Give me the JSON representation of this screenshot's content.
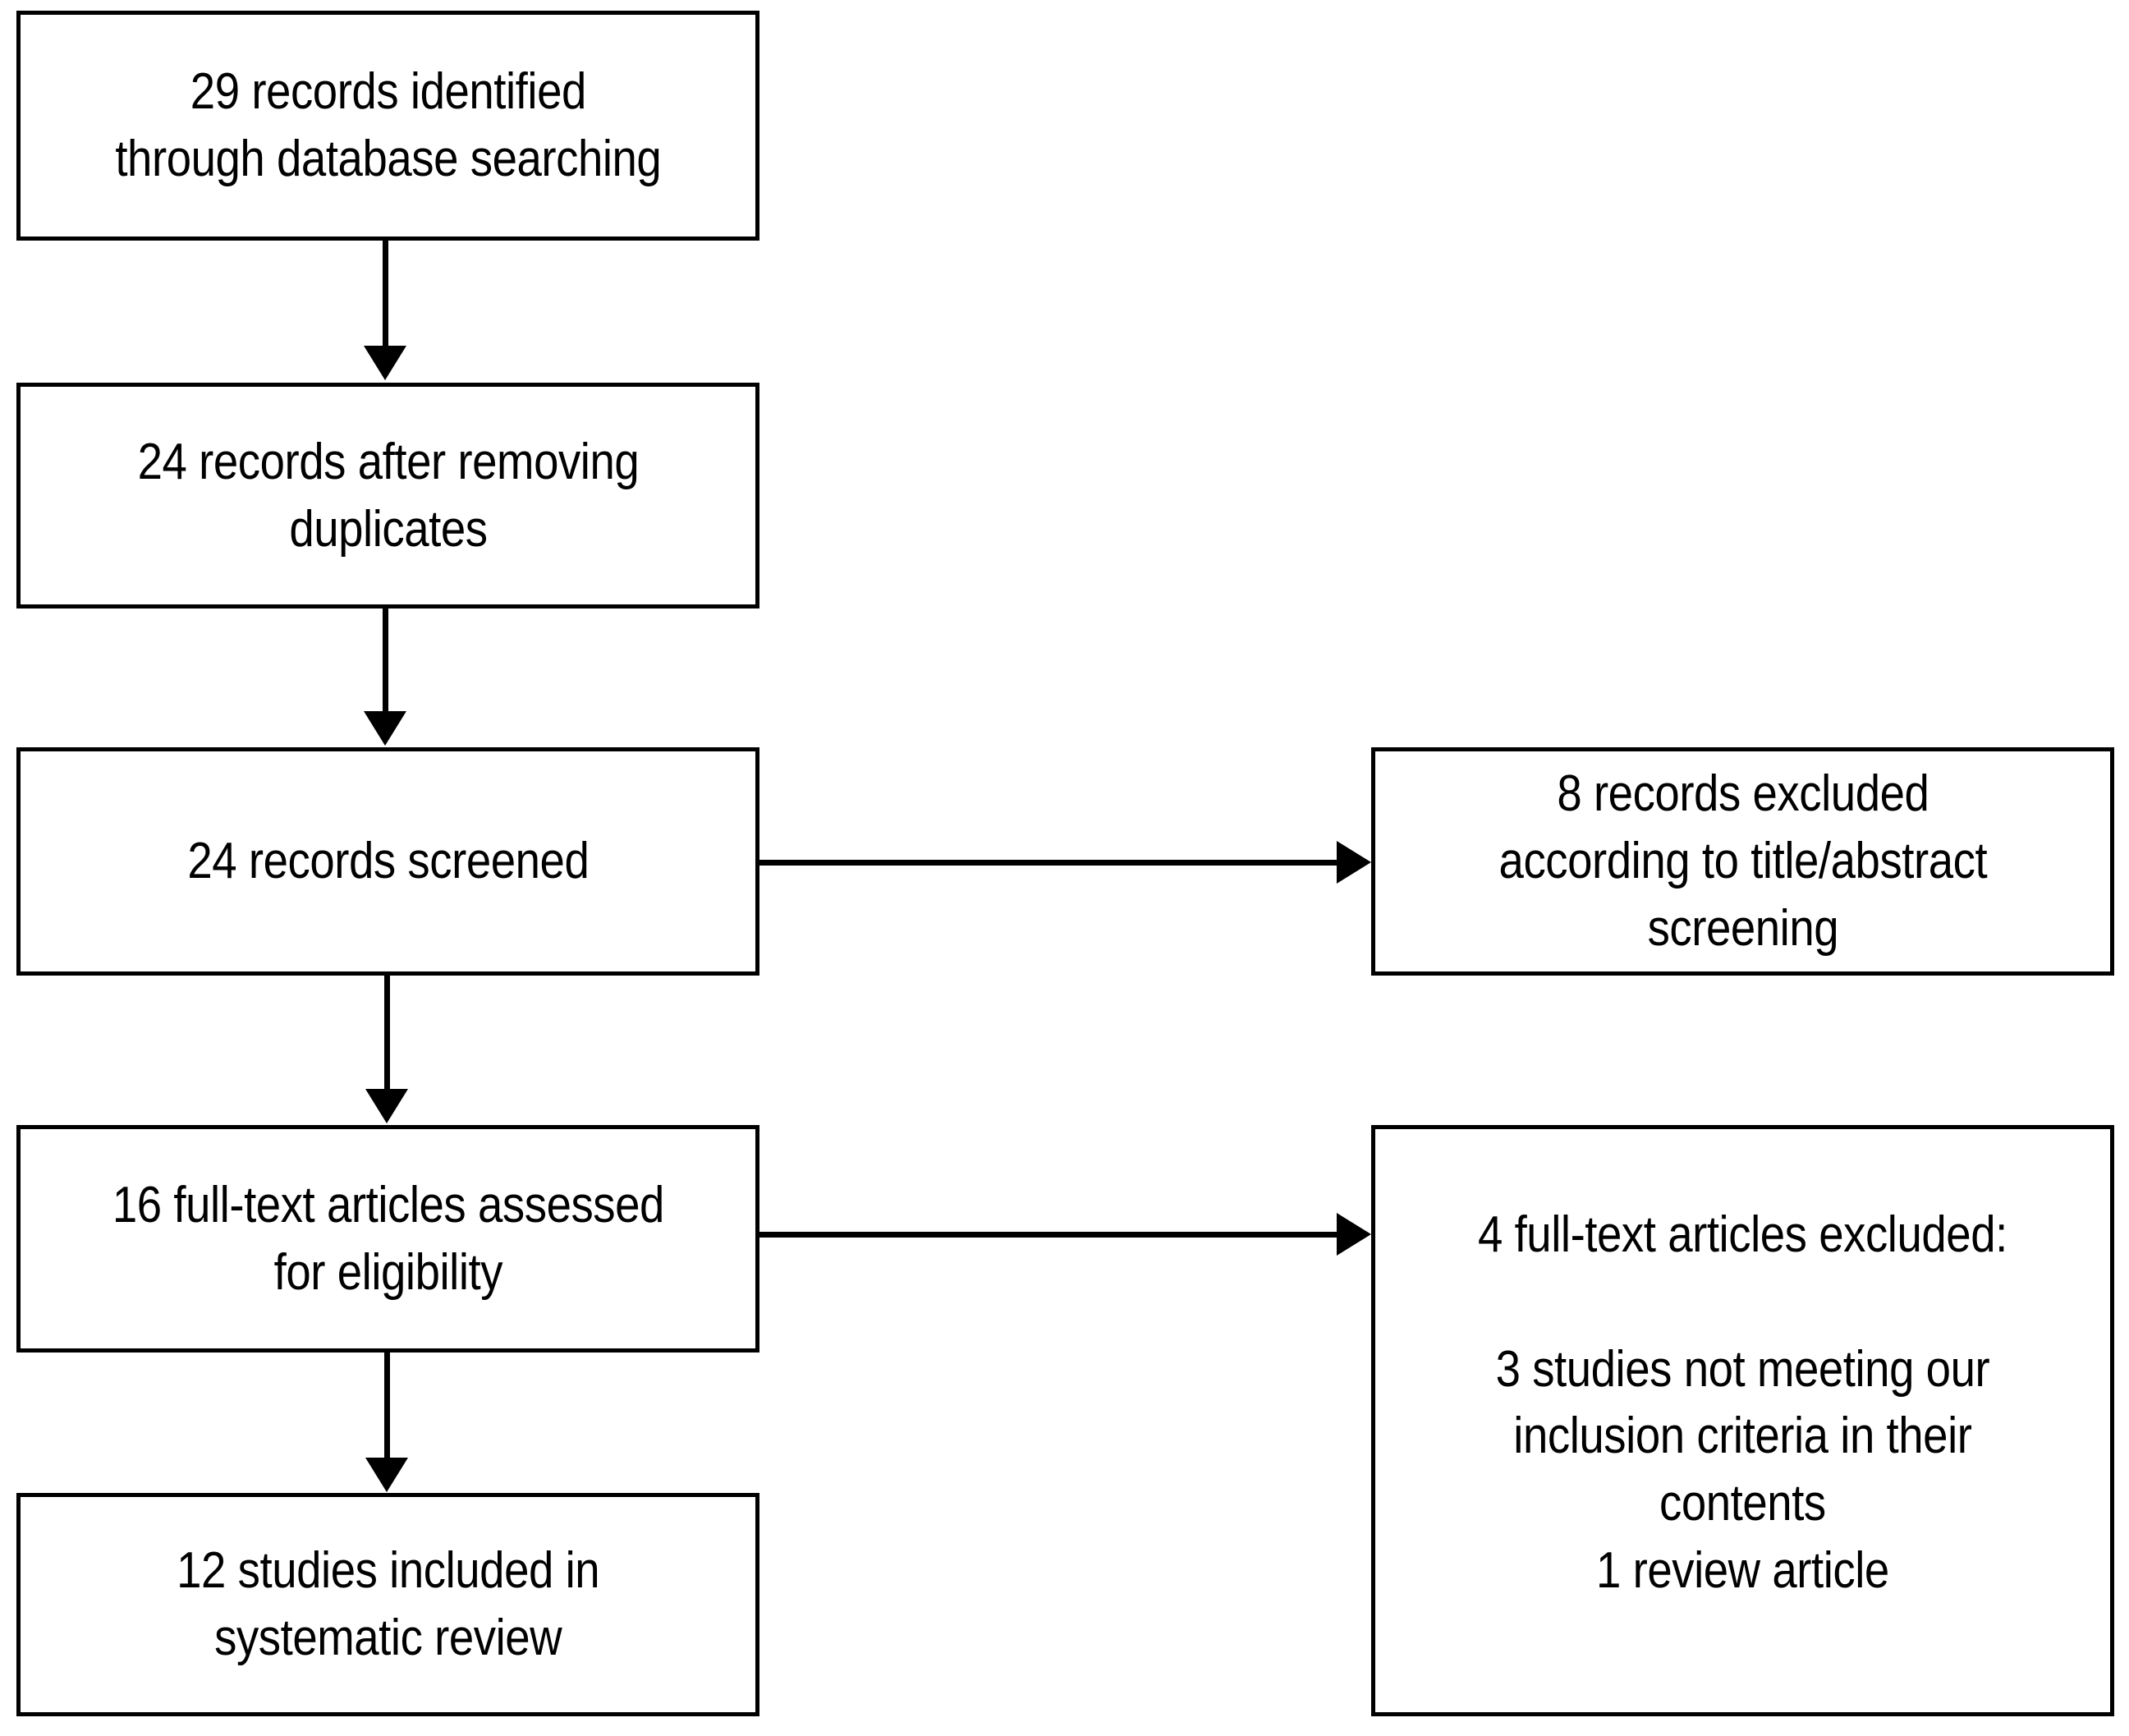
{
  "diagram": {
    "type": "prisma-flow-diagram",
    "title": "PRISMA study selection flow diagram",
    "colors": {
      "box_border": "#000000",
      "box_fill": "#ffffff",
      "connector": "#000000",
      "text": "#000000",
      "background": "#ffffff"
    },
    "nodes": [
      {
        "id": "identified",
        "column": "left",
        "count": 29,
        "text": "29 records identified\nthrough database searching"
      },
      {
        "id": "duplicates",
        "column": "left",
        "count": 24,
        "text": "24 records after removing\nduplicates"
      },
      {
        "id": "screened",
        "column": "left",
        "count": 24,
        "text": "24 records screened"
      },
      {
        "id": "fulltext",
        "column": "left",
        "count": 16,
        "text": "16 full-text articles assessed\nfor eligibility"
      },
      {
        "id": "included",
        "column": "left",
        "count": 12,
        "text": "12 studies included in\nsystematic review"
      },
      {
        "id": "excluded_screening",
        "column": "right",
        "count": 8,
        "text": "8 records excluded\naccording to title/abstract\nscreening"
      },
      {
        "id": "excluded_fulltext",
        "column": "right",
        "count": 4,
        "text": "4 full-text articles excluded:\n\n3 studies not meeting our\ninclusion criteria in their\ncontents\n1 review article"
      }
    ],
    "connectors": [
      {
        "id": "v1",
        "from": "identified",
        "to": "duplicates",
        "direction": "down"
      },
      {
        "id": "v2",
        "from": "duplicates",
        "to": "screened",
        "direction": "down"
      },
      {
        "id": "v3",
        "from": "screened",
        "to": "fulltext",
        "direction": "down"
      },
      {
        "id": "v4",
        "from": "fulltext",
        "to": "included",
        "direction": "down"
      },
      {
        "id": "h1",
        "from": "screened",
        "to": "excluded_screening",
        "direction": "right"
      },
      {
        "id": "h2",
        "from": "fulltext",
        "to": "excluded_fulltext",
        "direction": "right"
      }
    ]
  }
}
